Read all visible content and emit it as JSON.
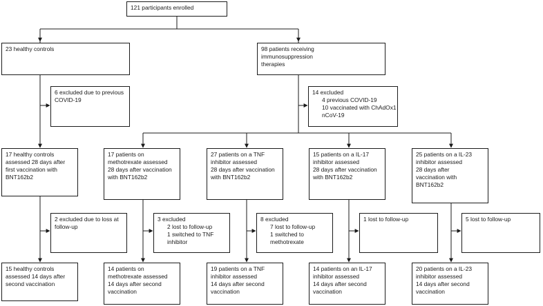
{
  "enrolled": [
    "121 participants enrolled"
  ],
  "healthy": [
    "23 healthy controls"
  ],
  "patients": [
    "98 patients receiving",
    "immunosuppression",
    "therapies"
  ],
  "excl_healthy": [
    "6 excluded due to previous",
    "COVID-19"
  ],
  "excl_patients": {
    "lines": [
      "14 excluded",
      "4 previous COVID-19",
      "10 vaccinated with ChAdOx1",
      "nCoV-19"
    ]
  },
  "row1": [
    [
      "17 healthy controls",
      "assessed 28 days after",
      "first vaccination with",
      "BNT162b2"
    ],
    [
      "17 patients on",
      "methotrexate assessed",
      "28 days after vaccination",
      "with BNT162b2"
    ],
    [
      "27 patients on a TNF",
      "inhibitor assessed",
      "28 days after vaccination",
      "with BNT162b2"
    ],
    [
      "15 patients on a IL-17",
      "inhibitor assessed",
      "28 days after vaccination",
      "with BNT162b2"
    ],
    [
      "25 patients on a IL-23",
      "inhibitor assessed",
      "28 days after",
      "vaccination with",
      "BNT162b2"
    ]
  ],
  "excl_row": [
    [
      "2 excluded due to loss at",
      "follow-up"
    ],
    [
      "3 excluded",
      "2 lost to follow-up",
      "1 switched to TNF",
      "inhibitor"
    ],
    [
      "8 excluded",
      "7 lost to follow-up",
      "1 switched to",
      "methotrexate"
    ],
    [
      "1 lost to follow-up"
    ],
    [
      "5 lost to follow-up"
    ]
  ],
  "row2": [
    [
      "15 healthy controls",
      "assessed 14 days after",
      "second vaccination"
    ],
    [
      "14 patients on",
      "methotrexate assessed",
      "14 days after second",
      "vaccination"
    ],
    [
      "19 patients on a TNF",
      "inhibitor assessed",
      "14 days after second",
      "vaccination"
    ],
    [
      "14 patients on an IL-17",
      "inhibitor assessed",
      "14 days after second",
      "vaccination"
    ],
    [
      "20 patients on a IL-23",
      "inhibitor assessed",
      "14 days after second",
      "vaccination"
    ]
  ]
}
